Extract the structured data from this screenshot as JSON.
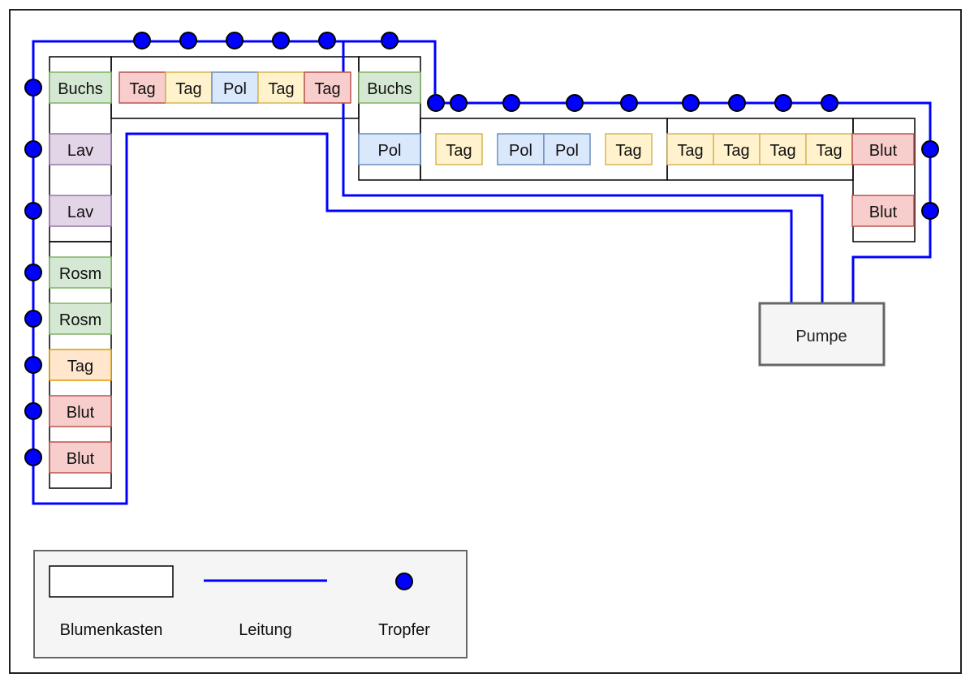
{
  "colors": {
    "pipe": "#0000ff",
    "dripper": "#0000ff",
    "green": {
      "fill": "#d5e8d4",
      "stroke": "#82b366"
    },
    "yellow": {
      "fill": "#fff2cc",
      "stroke": "#d6b656"
    },
    "orange": {
      "fill": "#ffe6cc",
      "stroke": "#d79b00"
    },
    "blue": {
      "fill": "#dae8fc",
      "stroke": "#6c8ebf"
    },
    "red": {
      "fill": "#f8cecc",
      "stroke": "#b85450"
    },
    "purple": {
      "fill": "#e1d5e7",
      "stroke": "#9673a6"
    }
  },
  "plants": {
    "left_column": [
      {
        "label": "Buchs",
        "color": "green"
      },
      {
        "label": "Lav",
        "color": "purple"
      },
      {
        "label": "Lav",
        "color": "purple"
      },
      {
        "label": "Rosm",
        "color": "green"
      },
      {
        "label": "Rosm",
        "color": "green"
      },
      {
        "label": "Tag",
        "color": "orange"
      },
      {
        "label": "Blut",
        "color": "red"
      },
      {
        "label": "Blut",
        "color": "red"
      }
    ],
    "top_row": [
      {
        "label": "Tag",
        "color": "red"
      },
      {
        "label": "Tag",
        "color": "yellow"
      },
      {
        "label": "Pol",
        "color": "blue"
      },
      {
        "label": "Tag",
        "color": "yellow"
      },
      {
        "label": "Tag",
        "color": "red"
      }
    ],
    "corner": [
      {
        "label": "Buchs",
        "color": "green"
      },
      {
        "label": "Pol",
        "color": "blue"
      }
    ],
    "middle_row": [
      {
        "label": "Tag",
        "color": "yellow"
      },
      {
        "label": "Pol",
        "color": "blue"
      },
      {
        "label": "Pol",
        "color": "blue"
      },
      {
        "label": "Tag",
        "color": "yellow"
      }
    ],
    "right_row": [
      {
        "label": "Tag",
        "color": "yellow"
      },
      {
        "label": "Tag",
        "color": "yellow"
      },
      {
        "label": "Tag",
        "color": "yellow"
      },
      {
        "label": "Tag",
        "color": "yellow"
      },
      {
        "label": "Blut",
        "color": "red"
      }
    ],
    "far_right": [
      {
        "label": "Blut",
        "color": "red"
      }
    ]
  },
  "pump": {
    "label": "Pumpe"
  },
  "legend": {
    "box_label": "Blumenkasten",
    "line_label": "Leitung",
    "dot_label": "Tropfer"
  }
}
